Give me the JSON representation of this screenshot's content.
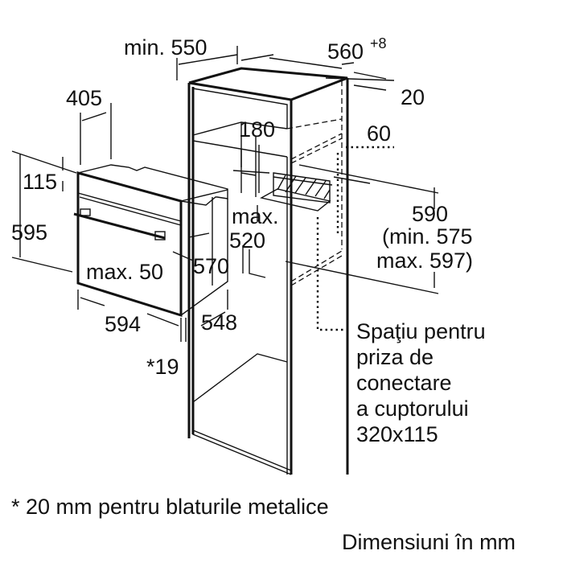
{
  "dimensions": {
    "min550": "min. 550",
    "w560": "560",
    "w560_tol": "+8",
    "d20": "20",
    "d405": "405",
    "d180": "180",
    "d60": "60",
    "d115": "115",
    "d595": "595",
    "max520_a": "max.",
    "max520_b": "520",
    "d590": "590",
    "d590_min": "(min. 575",
    "d590_max": "max. 597)",
    "max50": "max. 50",
    "d570": "570",
    "d594": "594",
    "d548": "548",
    "d19": "*19"
  },
  "socket_note": [
    "Spaţiu pentru",
    "priza de",
    "conectare",
    "a cuptorului",
    "320x115"
  ],
  "footnote": "* 20 mm pentru blaturile metalice",
  "units": "Dimensiuni în mm"
}
